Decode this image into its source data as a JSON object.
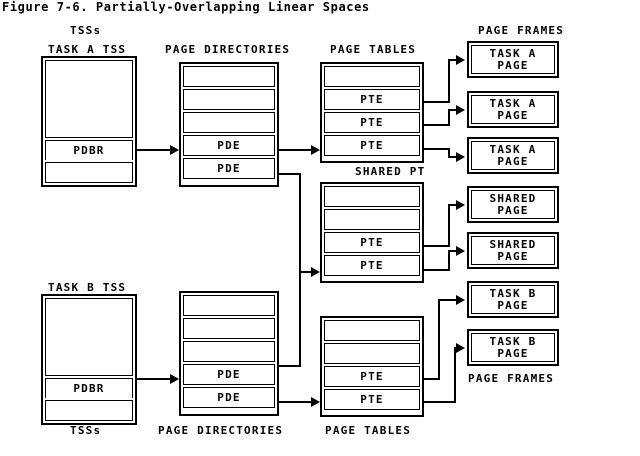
{
  "title": "Figure 7-6. Partially-Overlapping Linear Spaces",
  "labels": {
    "tss_top": "TSSs",
    "tss_bottom": "TSSs",
    "task_a_tss": "TASK A TSS",
    "task_b_tss": "TASK B TSS",
    "page_directories_top": "PAGE DIRECTORIES",
    "page_directories_bottom": "PAGE DIRECTORIES",
    "page_tables_top": "PAGE TABLES",
    "page_tables_bottom": "PAGE TABLES",
    "shared_pt": "SHARED PT",
    "page_frames_top": "PAGE FRAMES",
    "page_frames_bottom": "PAGE FRAMES"
  },
  "task_a_tss": {
    "rows": [
      {
        "text": ""
      },
      {
        "text": "PDBR"
      },
      {
        "text": ""
      }
    ]
  },
  "task_b_tss": {
    "rows": [
      {
        "text": ""
      },
      {
        "text": "PDBR"
      },
      {
        "text": ""
      }
    ]
  },
  "page_directory_a": {
    "rows": [
      {
        "text": ""
      },
      {
        "text": ""
      },
      {
        "text": ""
      },
      {
        "text": "PDE"
      },
      {
        "text": "PDE"
      }
    ]
  },
  "page_directory_b": {
    "rows": [
      {
        "text": ""
      },
      {
        "text": ""
      },
      {
        "text": ""
      },
      {
        "text": "PDE"
      },
      {
        "text": "PDE"
      }
    ]
  },
  "page_table_a": {
    "rows": [
      {
        "text": ""
      },
      {
        "text": "PTE"
      },
      {
        "text": "PTE"
      },
      {
        "text": "PTE"
      }
    ]
  },
  "shared_page_table": {
    "rows": [
      {
        "text": ""
      },
      {
        "text": ""
      },
      {
        "text": "PTE"
      },
      {
        "text": "PTE"
      }
    ]
  },
  "page_table_b": {
    "rows": [
      {
        "text": ""
      },
      {
        "text": ""
      },
      {
        "text": "PTE"
      },
      {
        "text": "PTE"
      }
    ]
  },
  "page_frames": [
    {
      "line1": "TASK A",
      "line2": "PAGE"
    },
    {
      "line1": "TASK A",
      "line2": "PAGE"
    },
    {
      "line1": "TASK A",
      "line2": "PAGE"
    },
    {
      "line1": "SHARED",
      "line2": "PAGE"
    },
    {
      "line1": "SHARED",
      "line2": "PAGE"
    },
    {
      "line1": "TASK B",
      "line2": "PAGE"
    },
    {
      "line1": "TASK B",
      "line2": "PAGE"
    }
  ],
  "colors": {
    "ink": "#000000",
    "paper": "#ffffff"
  }
}
